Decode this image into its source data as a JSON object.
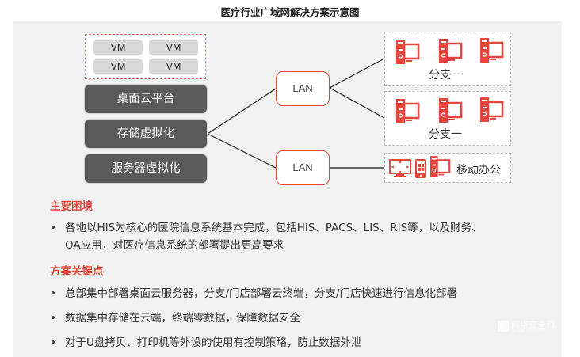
{
  "title": "医疗行业广域网解决方案示意图",
  "colors": {
    "accent": "#e5453b",
    "dark_block": "#5a5a5a",
    "panel": "#f1f1f1",
    "vm_block": "#d9d9d9"
  },
  "vm_group": {
    "vms": [
      "VM",
      "VM",
      "VM",
      "VM"
    ]
  },
  "stack": [
    "桌面云平台",
    "存储虚拟化",
    "服务器虚拟化"
  ],
  "lan_nodes": [
    "LAN",
    "LAN"
  ],
  "branches": [
    {
      "label": "分支一",
      "icons": [
        "desktop-pc-icon",
        "desktop-pc-icon",
        "desktop-pc-icon"
      ]
    },
    {
      "label": "分支一",
      "icons": [
        "desktop-pc-icon",
        "desktop-pc-icon",
        "desktop-pc-icon"
      ]
    },
    {
      "label": "移动办公",
      "icons": [
        "monitor-icon",
        "windows-phone-icon",
        "desktop-pc-icon"
      ]
    }
  ],
  "sections": [
    {
      "heading": "主要困境",
      "bullets": [
        [
          "各地以HIS为核心的医院信息系统基本完成，包括HIS、PACS、LIS、RIS等，以及财务、",
          "OA应用，对医疗信息系统的部署提出更高要求"
        ]
      ]
    },
    {
      "heading": "方案关键点",
      "bullets": [
        [
          "总部集中部署桌面云服务器，分支/门店部署云终端，分支/门店快速进行信息化部署"
        ],
        [
          "数据集中存储在云端，终端零数据，保障数据安全"
        ],
        [
          "对于U盘拷贝、打印机等外设的使用有控制策略，防止数据外泄"
        ]
      ]
    }
  ],
  "bullet_symbol": "•",
  "watermark": {
    "text": "网络安全和…",
    "url": "www.cnitom…"
  }
}
